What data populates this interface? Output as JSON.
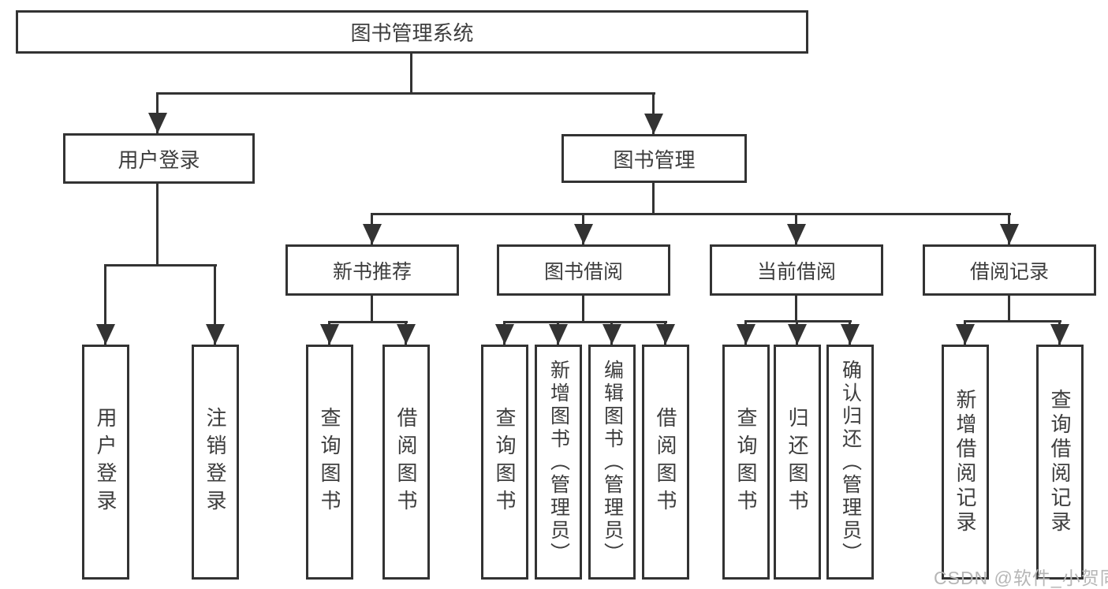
{
  "diagram": {
    "root": {
      "label": "图书管理系统"
    },
    "branches": [
      {
        "label": "用户登录",
        "children": [
          {
            "label": "用户登录"
          },
          {
            "label": "注销登录"
          }
        ]
      },
      {
        "label": "图书管理",
        "children": [
          {
            "label": "新书推荐",
            "children": [
              {
                "label": "查询图书"
              },
              {
                "label": "借阅图书"
              }
            ]
          },
          {
            "label": "图书借阅",
            "children": [
              {
                "label": "查询图书"
              },
              {
                "label": "新增图书（管理员）"
              },
              {
                "label": "编辑图书（管理员）"
              },
              {
                "label": "借阅图书"
              }
            ]
          },
          {
            "label": "当前借阅",
            "children": [
              {
                "label": "查询图书"
              },
              {
                "label": "归还图书"
              },
              {
                "label": "确认归还（管理员）"
              }
            ]
          },
          {
            "label": "借阅记录",
            "children": [
              {
                "label": "新增借阅记录"
              },
              {
                "label": "查询借阅记录"
              }
            ]
          }
        ]
      }
    ],
    "watermark": {
      "text": "CSDN @软件_小贺同学"
    },
    "colors": {
      "line": "#333333",
      "box_border": "#333333",
      "text": "#3d3d3d",
      "watermark": "#b6b6b6",
      "background": "#ffffff"
    }
  }
}
